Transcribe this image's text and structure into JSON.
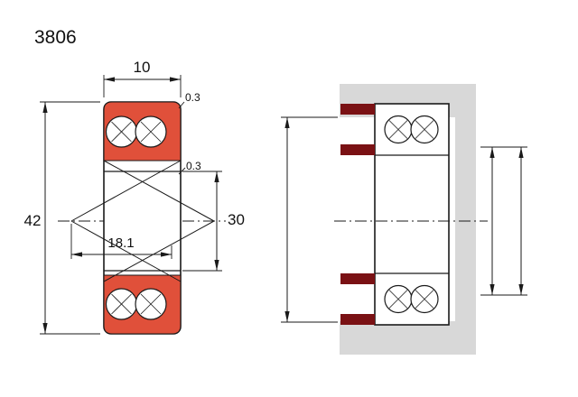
{
  "title": "3806",
  "colors": {
    "ball_cage_red": "#e0503a",
    "seal_maroon": "#7a1114",
    "housing_gray": "#d8d8d8",
    "line_black": "#1a1a1a",
    "background": "#ffffff"
  },
  "section_view": {
    "dim_width": "10",
    "dim_outer_chamfer": "0.3",
    "dim_inner_chamfer": "0.3",
    "dim_outer_diameter": "42",
    "dim_bore_diameter": "30",
    "dim_ball_span": "18.1"
  }
}
